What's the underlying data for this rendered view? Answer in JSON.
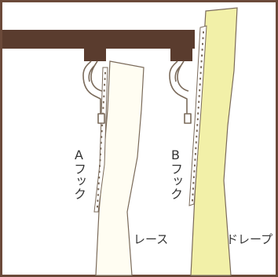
{
  "labels": {
    "hook_a": "Aフック",
    "hook_b": "Bフック",
    "lace": "レース",
    "drape": "ドレープ"
  },
  "colors": {
    "frame": "#6b4a3a",
    "rail": "#5a3c2e",
    "lace_fill": "#fffdf2",
    "drape_fill": "#f2f0a8",
    "outline": "#7a6a5a"
  },
  "icons": {
    "hook": "curtain-hook-icon",
    "tape": "pleat-tape-icon"
  }
}
